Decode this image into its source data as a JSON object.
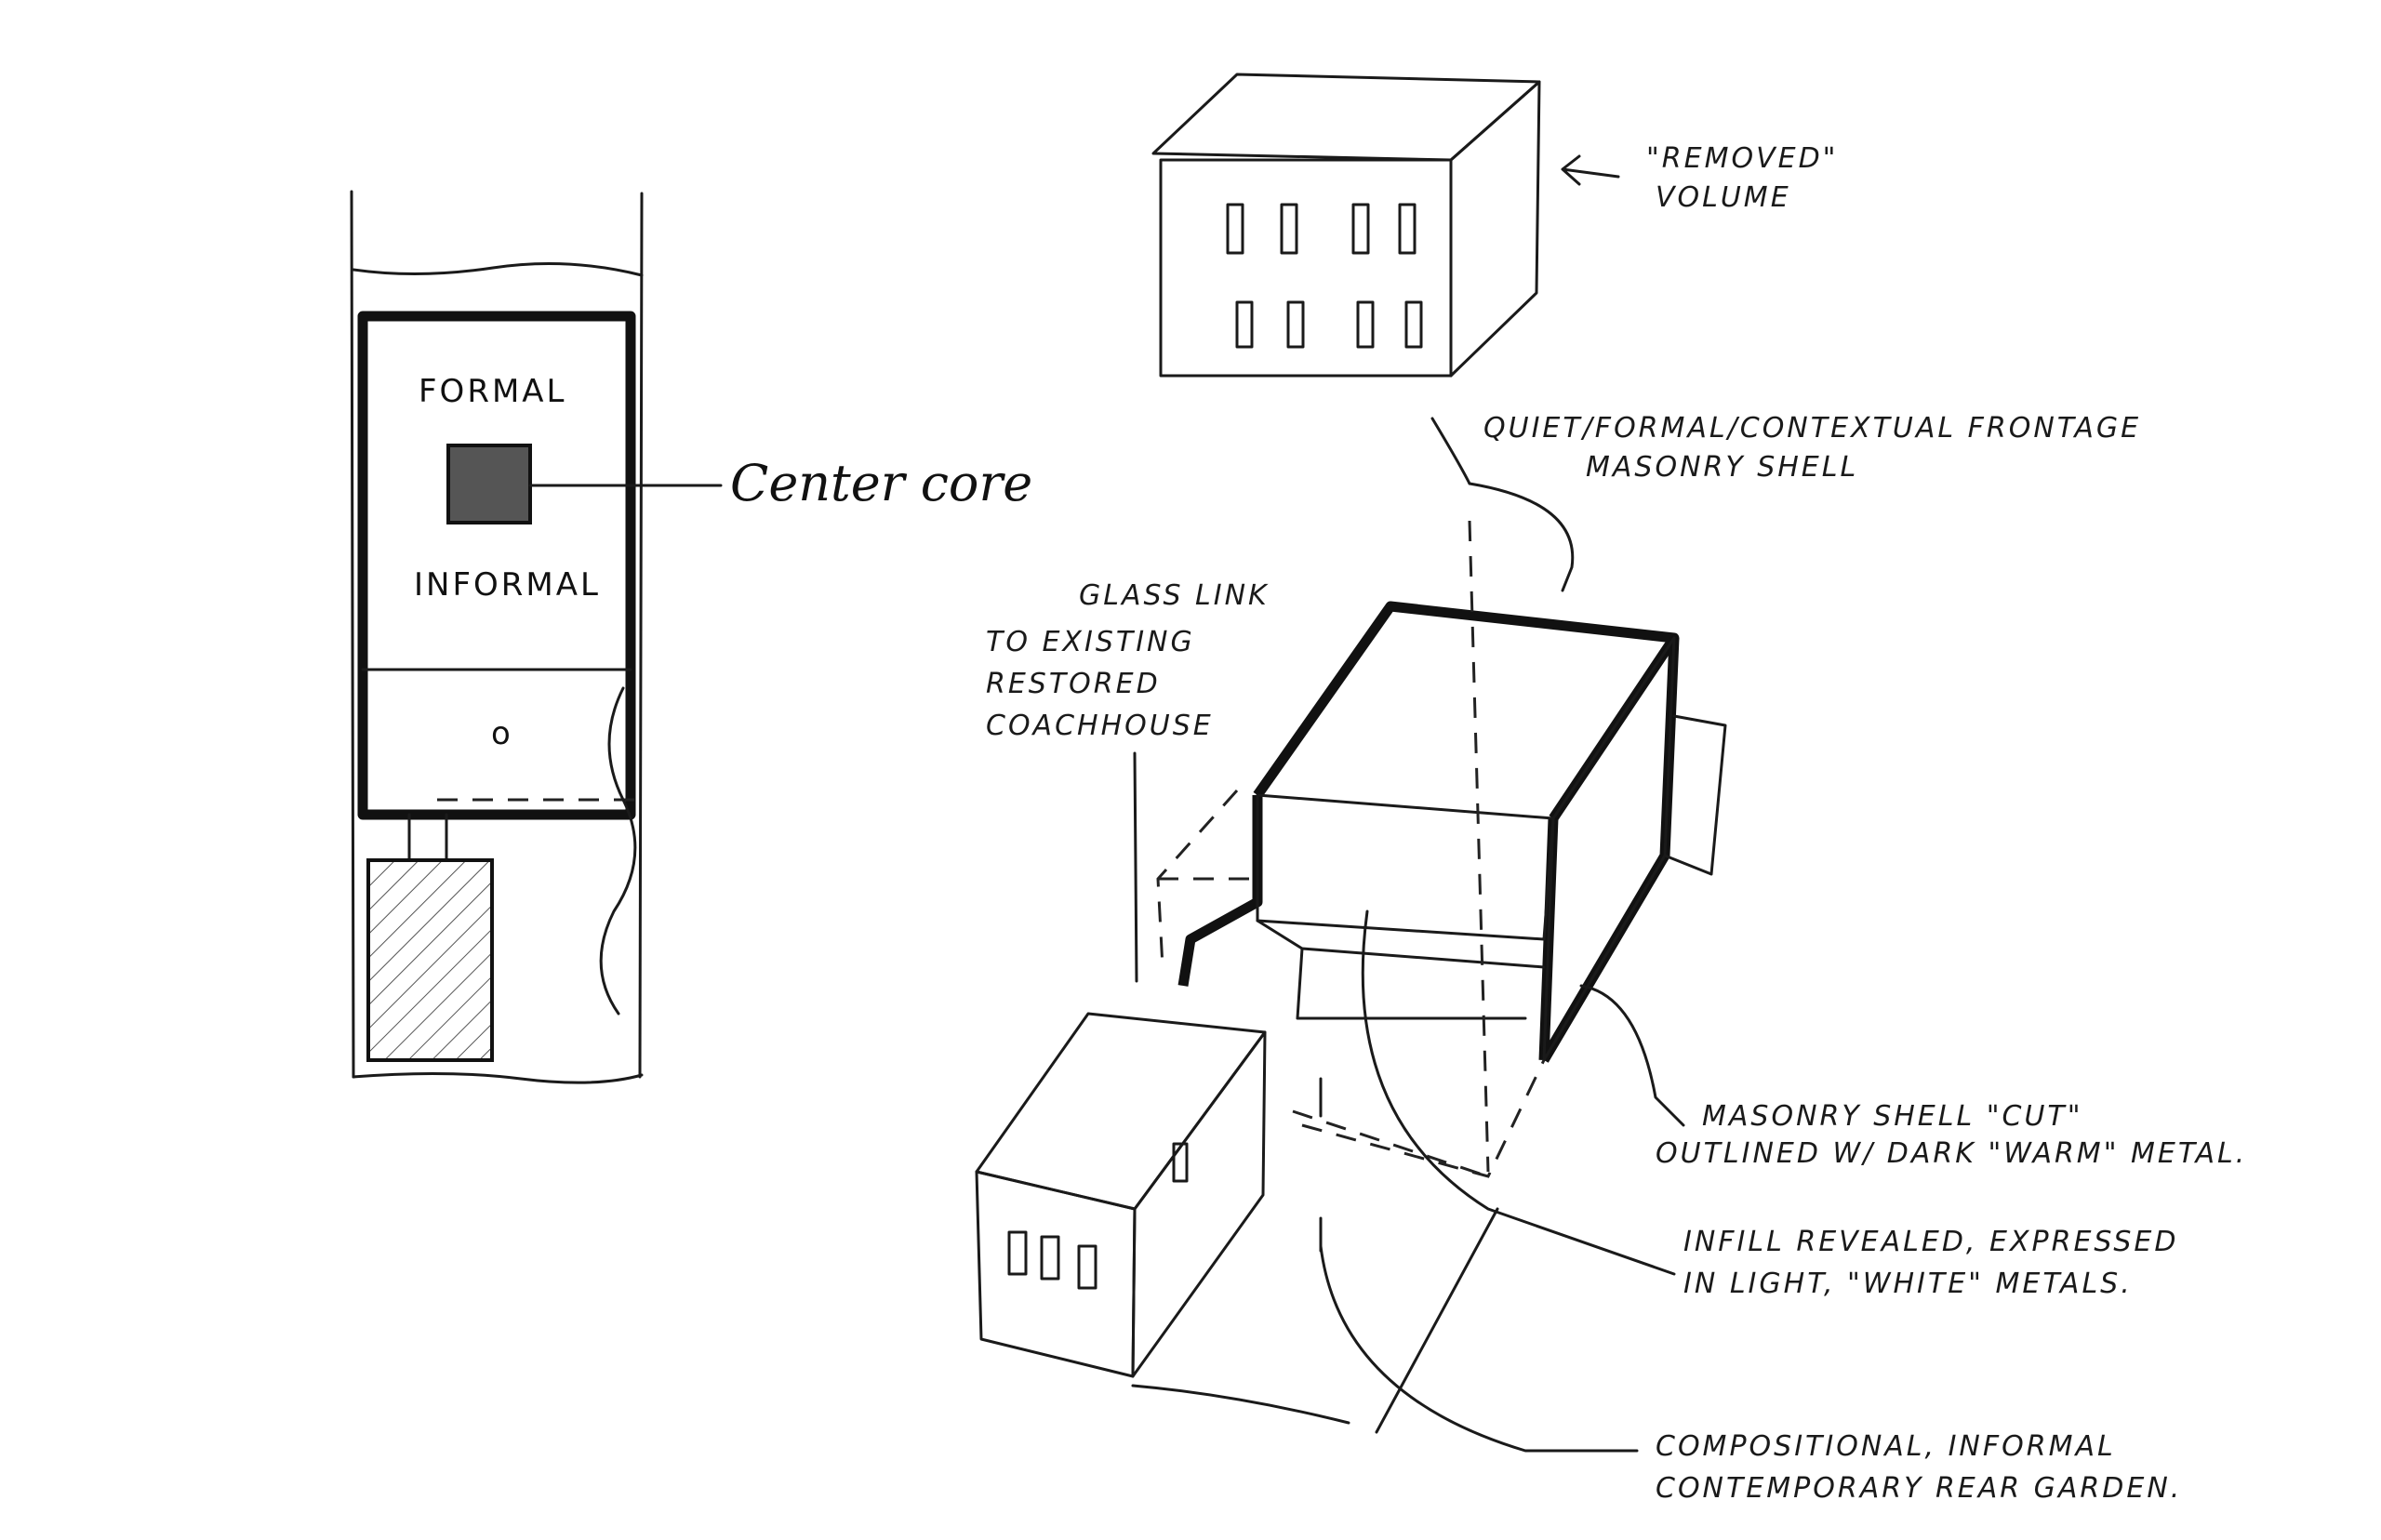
{
  "plan": {
    "formal_label": "FORMAL",
    "informal_label": "INFORMAL",
    "core_label": "Center core"
  },
  "annotations": {
    "removed_volume": [
      "\"REMOVED\"",
      "VOLUME"
    ],
    "frontage": [
      "QUIET/FORMAL/CONTEXTUAL FRONTAGE",
      "MASONRY SHELL"
    ],
    "glass_link": [
      "GLASS LINK",
      "TO EXISTING",
      "RESTORED",
      "COACHHOUSE"
    ],
    "shell_cut": [
      "MASONRY SHELL \"CUT\"",
      "OUTLINED W/ DARK \"WARM\" METAL."
    ],
    "infill": [
      "INFILL REVEALED, EXPRESSED",
      "IN LIGHT, \"WHITE\" METALS."
    ],
    "garden": [
      "COMPOSITIONAL, INFORMAL",
      "CONTEMPORARY REAR GARDEN."
    ]
  }
}
